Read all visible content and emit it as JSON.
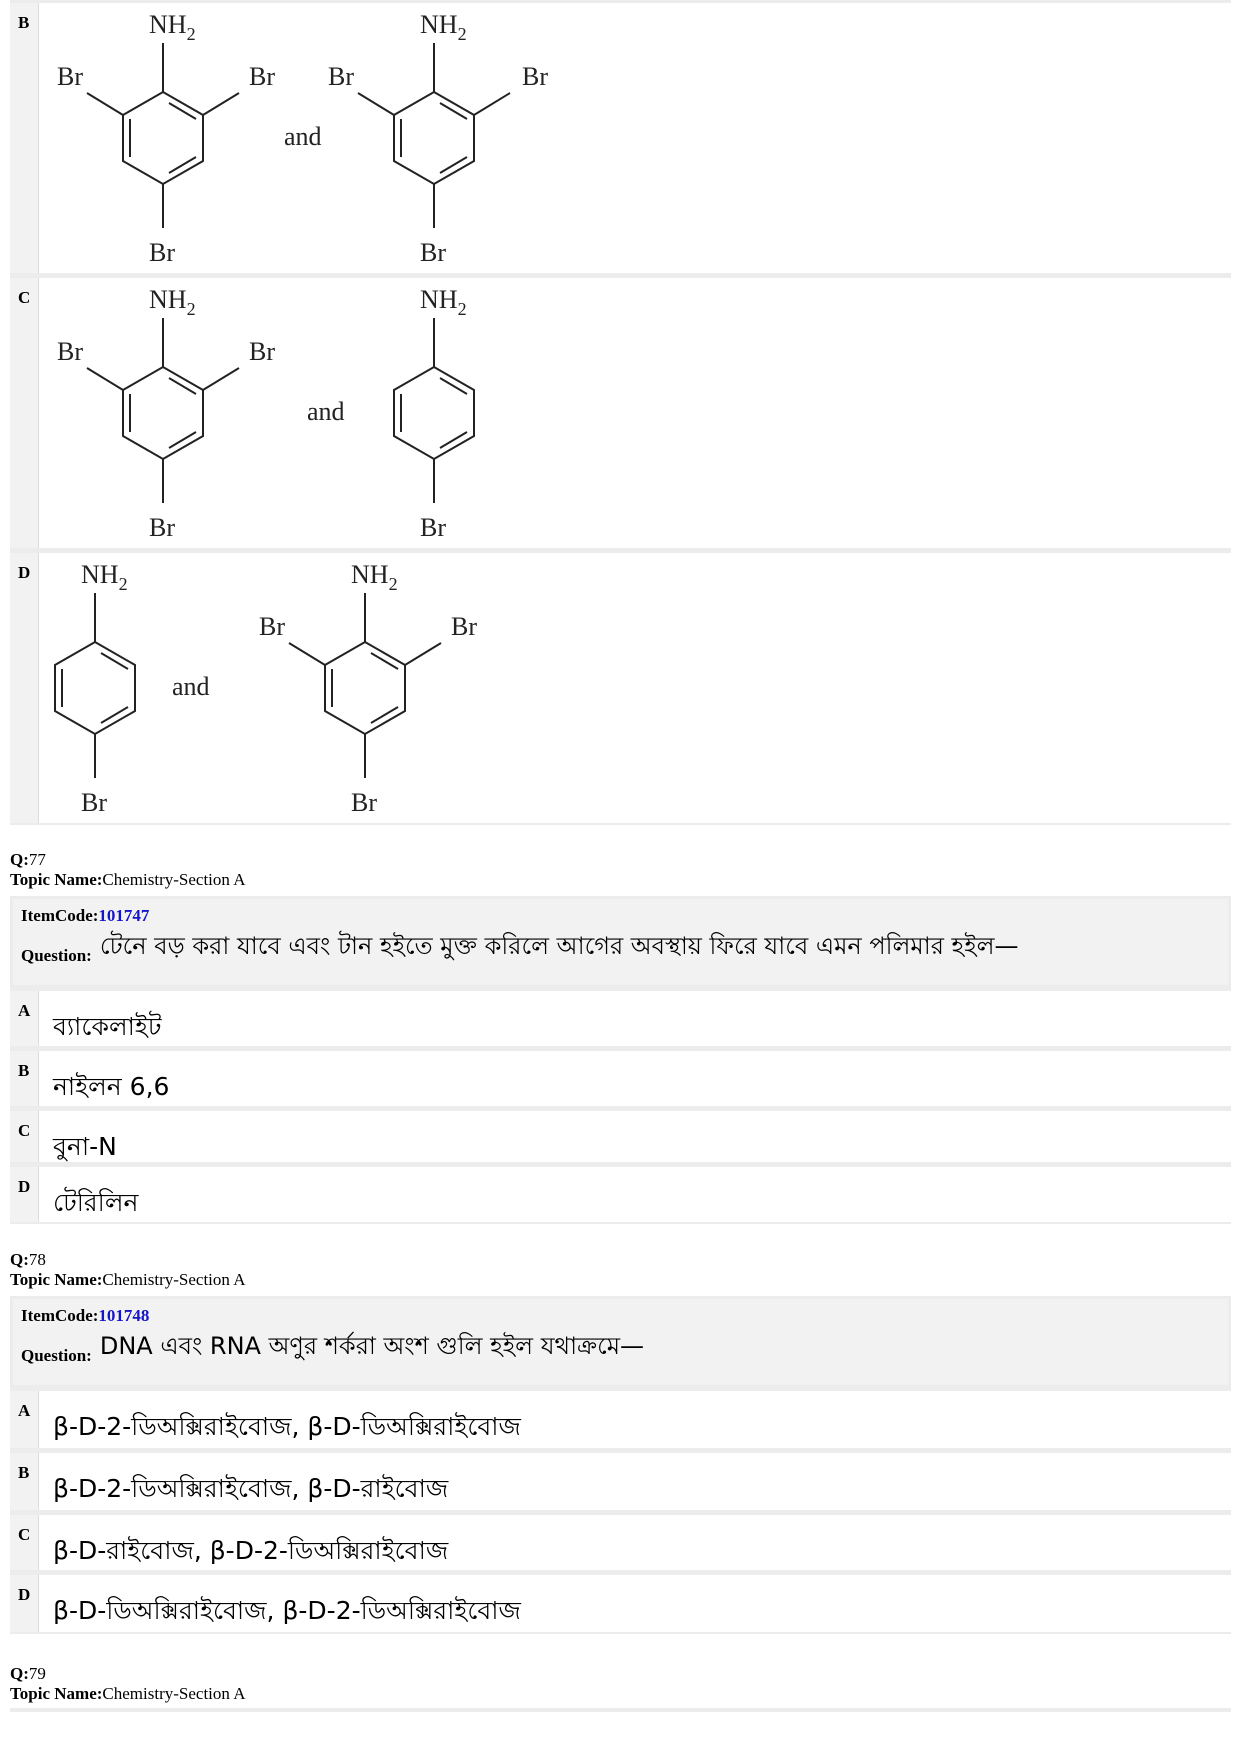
{
  "chem": {
    "nh2": "NH",
    "sub2": "2",
    "br": "Br",
    "and": "and"
  },
  "prev_options": [
    {
      "letter": "B"
    },
    {
      "letter": "C"
    },
    {
      "letter": "D"
    }
  ],
  "q77": {
    "q_label": "Q:",
    "q_num": "77",
    "topic_label": "Topic Name:",
    "topic": "Chemistry-Section A",
    "itemcode_label": "ItemCode:",
    "itemcode": "101747",
    "question_label": "Question:",
    "question": "টেনে বড় করা যাবে এবং টান হইতে মুক্ত করিলে আগের অবস্থায় ফিরে যাবে এমন পলিমার হইল—",
    "options": [
      {
        "letter": "A",
        "text": "ব্যাকেলাইট"
      },
      {
        "letter": "B",
        "text": "নাইলন 6,6"
      },
      {
        "letter": "C",
        "text": "বুনা-N"
      },
      {
        "letter": "D",
        "text": "টেরিলিন"
      }
    ]
  },
  "q78": {
    "q_label": "Q:",
    "q_num": "78",
    "topic_label": "Topic Name:",
    "topic": "Chemistry-Section A",
    "itemcode_label": "ItemCode:",
    "itemcode": "101748",
    "question_label": "Question:",
    "question": "DNA এবং RNA অণুর শর্করা অংশ গুলি হইল যথাক্রমে—",
    "options": [
      {
        "letter": "A",
        "text": "β-D-2-ডিঅক্সিরাইবোজ, β-D-ডিঅক্সিরাইবোজ"
      },
      {
        "letter": "B",
        "text": "β-D-2-ডিঅক্সিরাইবোজ, β-D-রাইবোজ"
      },
      {
        "letter": "C",
        "text": "β-D-রাইবোজ, β-D-2-ডিঅক্সিরাইবোজ"
      },
      {
        "letter": "D",
        "text": "β-D-ডিঅক্সিরাইবোজ, β-D-2-ডিঅক্সিরাইবোজ"
      }
    ]
  },
  "q79": {
    "q_label": "Q:",
    "q_num": "79",
    "topic_label": "Topic Name:",
    "topic": "Chemistry-Section A"
  }
}
